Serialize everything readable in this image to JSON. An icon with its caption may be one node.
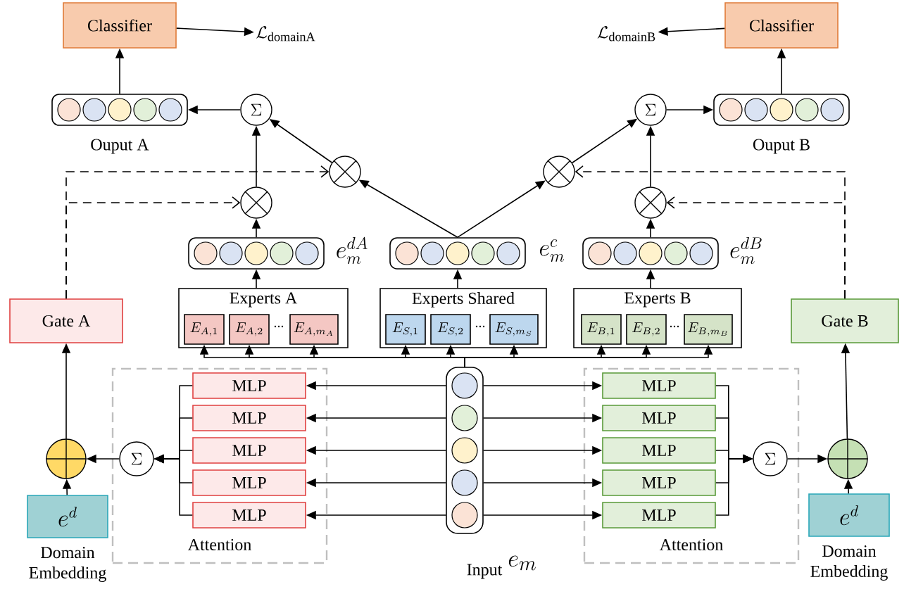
{
  "diagram": {
    "nodes": [
      {
        "text": [
          "Classifier"
        ]
      },
      {
        "text": [
          "\\mathcal{L}_{\\mathrm{domainA}}"
        ]
      },
      {
        "text": [
          "Ouput A"
        ]
      },
      {
        "text": [
          "\\Sigma"
        ]
      },
      {
        "text": [],
        "shape": "circle"
      },
      {
        "text": [],
        "shape": "circle"
      },
      {
        "text": [],
        "shape": "bar",
        "beside": [
          "e_m^{dA}"
        ]
      },
      {
        "text": [
          "Experts A"
        ]
      },
      {
        "text": [
          "E_{A,1}"
        ],
        "in": 7
      },
      {
        "text": [
          "E_{A,2}"
        ],
        "in": 7
      },
      {
        "text": [
          "E_{A,m_A}"
        ],
        "in": 7
      },
      {
        "text": [],
        "shape": "bar",
        "beside": [
          "e_m^{c}"
        ]
      },
      {
        "text": [
          "Experts Shared"
        ]
      },
      {
        "text": [
          "E_{S,1}"
        ],
        "in": 12
      },
      {
        "text": [
          "E_{S,2}"
        ],
        "in": 12
      },
      {
        "text": [
          "E_{S,m_S}"
        ],
        "in": 12
      },
      {
        "text": [],
        "shape": "circle"
      },
      {
        "text": [
          "\\Sigma"
        ]
      },
      {
        "text": [
          "Ouput B"
        ]
      },
      {
        "text": [
          "Classifier"
        ]
      },
      {
        "text": [
          "\\mathcal{L}_{\\mathrm{domainB}}"
        ]
      },
      {
        "text": [],
        "shape": "circle"
      },
      {
        "text": [],
        "shape": "bar",
        "beside": [
          "e_m^{dB}"
        ]
      },
      {
        "text": [
          "Experts B"
        ]
      },
      {
        "text": [
          "E_{B,1}"
        ],
        "in": 23
      },
      {
        "text": [
          "E_{B,2}"
        ],
        "in": 23
      },
      {
        "text": [
          "E_{B,m_B}"
        ],
        "in": 23
      },
      {
        "text": [
          "Gate A"
        ]
      },
      {
        "text": [
          "Gate B"
        ]
      },
      {
        "text": [
          "Attention"
        ]
      },
      {
        "text": [
          "MLP"
        ],
        "in": 29
      },
      {
        "text": [
          "MLP"
        ],
        "in": 29
      },
      {
        "text": [
          "MLP"
        ],
        "in": 29
      },
      {
        "text": [
          "MLP"
        ],
        "in": 29
      },
      {
        "text": [
          "MLP"
        ],
        "in": 29
      },
      {
        "text": [
          "\\Sigma"
        ],
        "in": 29
      },
      {
        "text": [],
        "shape": "circle"
      },
      {
        "text": [
          "e^{d}"
        ],
        "beside": [
          "Domain Embedding"
        ]
      },
      {
        "text": [],
        "shape": "bar",
        "beside": [
          "Input",
          "e_m"
        ]
      },
      {
        "text": [
          "Attention"
        ]
      },
      {
        "text": [
          "MLP"
        ],
        "in": 39
      },
      {
        "text": [
          "MLP"
        ],
        "in": 39
      },
      {
        "text": [
          "MLP"
        ],
        "in": 39
      },
      {
        "text": [
          "MLP"
        ],
        "in": 39
      },
      {
        "text": [
          "MLP"
        ],
        "in": 39
      },
      {
        "text": [
          "\\Sigma"
        ],
        "in": 39
      },
      {
        "text": [],
        "shape": "circle"
      },
      {
        "text": [
          "e^{d}"
        ],
        "beside": [
          "Domain Embedding"
        ]
      }
    ],
    "edges": [
      {
        "from": 0,
        "to": 1,
        "arrow": "to"
      },
      {
        "from": 2,
        "to": 0,
        "arrow": "to"
      },
      {
        "from": 3,
        "to": 2,
        "arrow": "to"
      },
      {
        "from": 5,
        "to": 3,
        "arrow": "to"
      },
      {
        "from": 4,
        "to": 3,
        "arrow": "to"
      },
      {
        "from": 11,
        "to": 4,
        "arrow": "to"
      },
      {
        "from": 27,
        "to": 5,
        "arrow": "to",
        "style": "dashed"
      },
      {
        "from": 27,
        "to": 4,
        "arrow": "to",
        "style": "dashed"
      },
      {
        "from": 6,
        "to": 5,
        "arrow": "to"
      },
      {
        "from": 7,
        "to": 6,
        "arrow": "to"
      },
      {
        "from": 12,
        "to": 11,
        "arrow": "to"
      },
      {
        "from": 11,
        "to": 16,
        "arrow": "to"
      },
      {
        "from": 16,
        "to": 17,
        "arrow": "to"
      },
      {
        "from": 21,
        "to": 17,
        "arrow": "to"
      },
      {
        "from": 17,
        "to": 18,
        "arrow": "to"
      },
      {
        "from": 18,
        "to": 19,
        "arrow": "to"
      },
      {
        "from": 19,
        "to": 20,
        "arrow": "to"
      },
      {
        "from": 28,
        "to": 21,
        "arrow": "to",
        "style": "dashed"
      },
      {
        "from": 28,
        "to": 16,
        "arrow": "to",
        "style": "dashed"
      },
      {
        "from": 22,
        "to": 21,
        "arrow": "to"
      },
      {
        "from": 23,
        "to": 22,
        "arrow": "to"
      },
      {
        "from": 38,
        "to": 8,
        "arrow": "to"
      },
      {
        "from": 38,
        "to": 9,
        "arrow": "to"
      },
      {
        "from": 38,
        "to": 10,
        "arrow": "to"
      },
      {
        "from": 38,
        "to": 13,
        "arrow": "to"
      },
      {
        "from": 38,
        "to": 14,
        "arrow": "to"
      },
      {
        "from": 38,
        "to": 15,
        "arrow": "to"
      },
      {
        "from": 38,
        "to": 24,
        "arrow": "to"
      },
      {
        "from": 38,
        "to": 25,
        "arrow": "to"
      },
      {
        "from": 38,
        "to": 26,
        "arrow": "to"
      },
      {
        "from": 38,
        "to": 30,
        "arrow": "to"
      },
      {
        "from": 38,
        "to": 31,
        "arrow": "to"
      },
      {
        "from": 38,
        "to": 32,
        "arrow": "to"
      },
      {
        "from": 38,
        "to": 33,
        "arrow": "to"
      },
      {
        "from": 38,
        "to": 34,
        "arrow": "to"
      },
      {
        "from": 38,
        "to": 40,
        "arrow": "to"
      },
      {
        "from": 38,
        "to": 41,
        "arrow": "to"
      },
      {
        "from": 38,
        "to": 42,
        "arrow": "to"
      },
      {
        "from": 38,
        "to": 43,
        "arrow": "to"
      },
      {
        "from": 38,
        "to": 44,
        "arrow": "to"
      },
      {
        "from": 30,
        "to": 35,
        "arrow": "to"
      },
      {
        "from": 31,
        "to": 35,
        "arrow": "to"
      },
      {
        "from": 32,
        "to": 35,
        "arrow": "to"
      },
      {
        "from": 33,
        "to": 35,
        "arrow": "to"
      },
      {
        "from": 34,
        "to": 35,
        "arrow": "to"
      },
      {
        "from": 40,
        "to": 45,
        "arrow": "to"
      },
      {
        "from": 41,
        "to": 45,
        "arrow": "to"
      },
      {
        "from": 42,
        "to": 45,
        "arrow": "to"
      },
      {
        "from": 43,
        "to": 45,
        "arrow": "to"
      },
      {
        "from": 44,
        "to": 45,
        "arrow": "to"
      },
      {
        "from": 35,
        "to": 36,
        "arrow": "to"
      },
      {
        "from": 37,
        "to": 36,
        "arrow": "to"
      },
      {
        "from": 36,
        "to": 27,
        "arrow": "to"
      },
      {
        "from": 45,
        "to": 46,
        "arrow": "to"
      },
      {
        "from": 47,
        "to": 46,
        "arrow": "to"
      },
      {
        "from": 46,
        "to": 28,
        "arrow": "to"
      }
    ],
    "labels": [
      "...",
      "...",
      "..."
    ]
  }
}
